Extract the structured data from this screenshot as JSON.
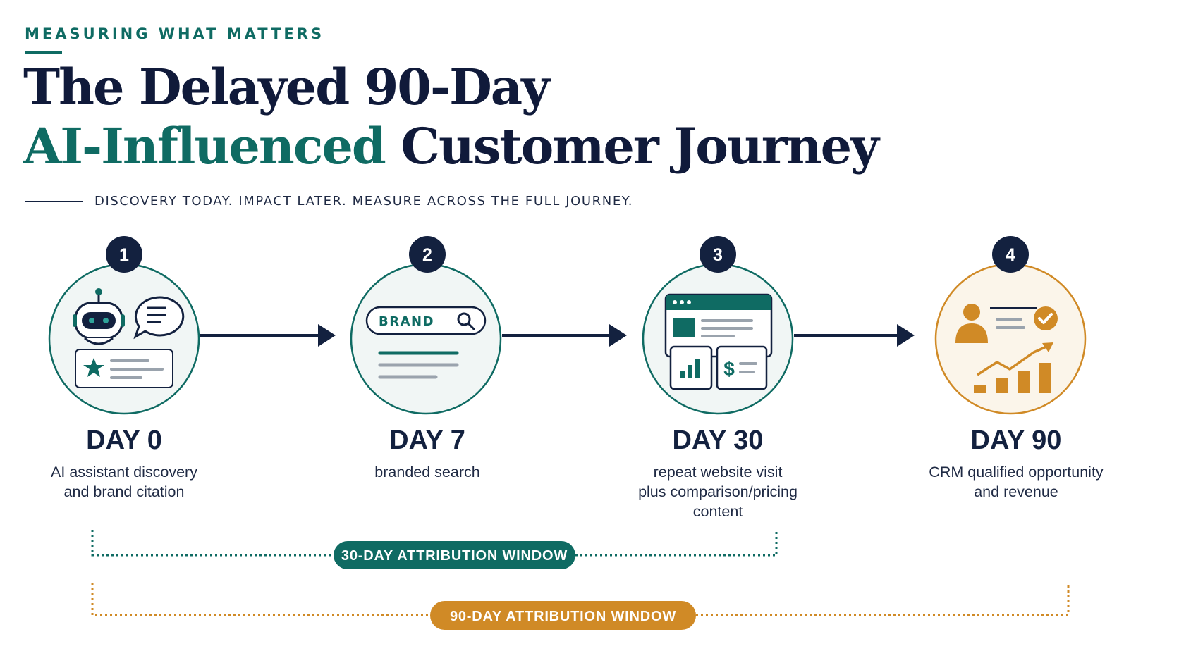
{
  "eyebrow": "MEASURING WHAT MATTERS",
  "title": {
    "line1": "The Delayed 90-Day",
    "line2_accent": "AI-Influenced",
    "line2_rest": " Customer Journey"
  },
  "subtitle": "DISCOVERY TODAY. IMPACT LATER. MEASURE ACROSS THE FULL JOURNEY.",
  "stages": [
    {
      "number": "1",
      "day": "DAY 0",
      "desc_lines": [
        "AI assistant discovery",
        "and brand citation"
      ],
      "icon": "ai-chat-assistant-icon"
    },
    {
      "number": "2",
      "day": "DAY 7",
      "desc_lines": [
        "branded search"
      ],
      "icon": "branded-search-icon",
      "search_text": "BRAND"
    },
    {
      "number": "3",
      "day": "DAY 30",
      "desc_lines": [
        "repeat website visit",
        "plus comparison/pricing",
        "content"
      ],
      "icon": "website-pricing-icon",
      "currency_symbol": "$"
    },
    {
      "number": "4",
      "day": "DAY 90",
      "desc_lines": [
        "CRM qualified opportunity",
        "and revenue"
      ],
      "icon": "crm-revenue-icon"
    }
  ],
  "windows": [
    {
      "label": "30-DAY ATTRIBUTION WINDOW",
      "color": "#0f6b63",
      "from_stage": 1,
      "to_stage": 3
    },
    {
      "label": "90-DAY ATTRIBUTION WINDOW",
      "color": "#d08a26",
      "from_stage": 1,
      "to_stage": 4
    }
  ],
  "colors": {
    "navy": "#13213f",
    "teal": "#0f6b63",
    "orange": "#d08a26",
    "gray": "#9aa3ad"
  }
}
